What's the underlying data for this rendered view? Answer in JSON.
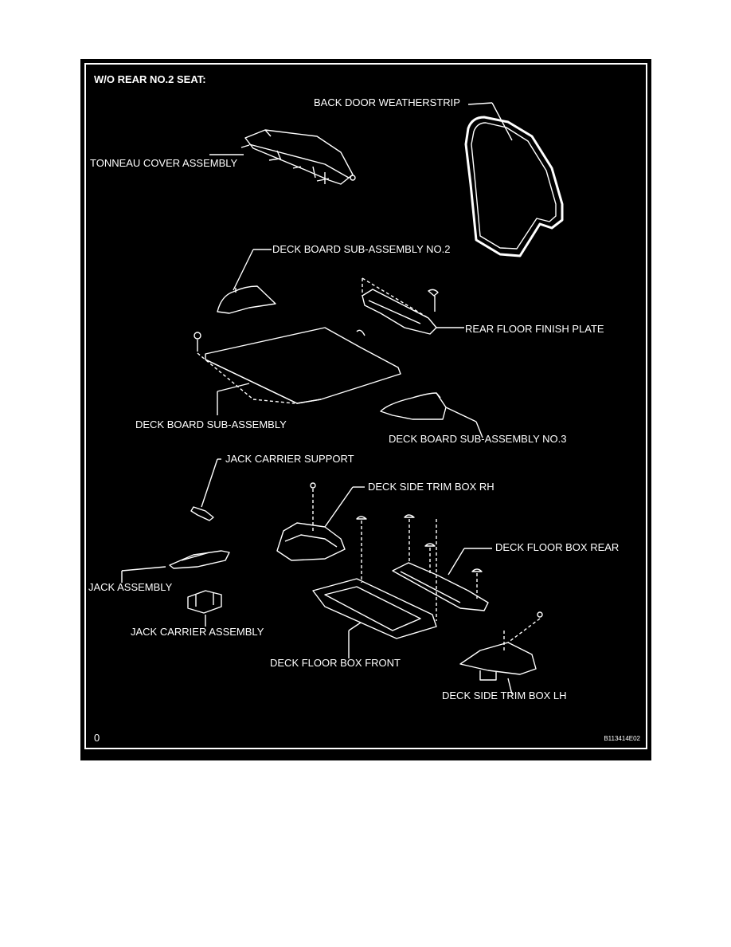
{
  "diagram": {
    "title": "W/O REAR NO.2 SEAT:",
    "corner_mark": "0",
    "figure_code": "B113414E02",
    "labels": {
      "back_door_weatherstrip": "BACK DOOR WEATHERSTRIP",
      "tonneau_cover_assembly": "TONNEAU COVER ASSEMBLY",
      "deck_board_no2": "DECK BOARD SUB-ASSEMBLY NO.2",
      "rear_floor_finish_plate": "REAR FLOOR FINISH PLATE",
      "deck_board": "DECK BOARD SUB-ASSEMBLY",
      "deck_board_no3": "DECK BOARD SUB-ASSEMBLY NO.3",
      "jack_carrier_support": "JACK CARRIER SUPPORT",
      "deck_side_trim_box_rh": "DECK SIDE TRIM BOX RH",
      "deck_floor_box_rear": "DECK FLOOR BOX REAR",
      "jack_assembly": "JACK ASSEMBLY",
      "jack_carrier_assembly": "JACK CARRIER ASSEMBLY",
      "deck_floor_box_front": "DECK FLOOR BOX FRONT",
      "deck_side_trim_box_lh": "DECK SIDE TRIM BOX LH"
    }
  }
}
